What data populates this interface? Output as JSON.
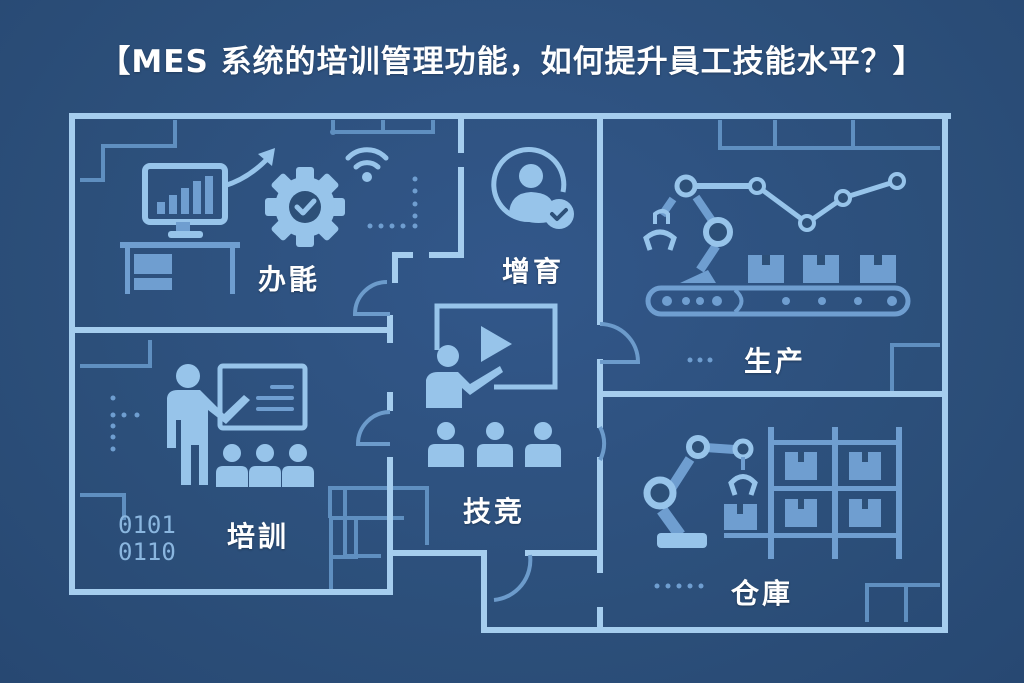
{
  "title": "【MES 系统的培训管理功能，如何提升員工技能水平？】",
  "colors": {
    "background": "#2d5078",
    "wall": "#a5cdee",
    "wall_thin": "#5f8fc0",
    "icon": "#97c4ea",
    "icon_dark": "#6f9ed0",
    "label_text": "#ffffff"
  },
  "rooms": [
    {
      "id": "office",
      "label": "办毷",
      "icons": [
        "monitor-chart-icon",
        "growth-arrow-icon",
        "gear-check-icon",
        "wifi-icon",
        "desk-icon"
      ]
    },
    {
      "id": "enhance",
      "label": "增育",
      "icons": [
        "user-check-icon"
      ]
    },
    {
      "id": "production",
      "label": "生产",
      "icons": [
        "robot-arm-icon",
        "line-chart-icon",
        "conveyor-belt-icon",
        "box-icon"
      ]
    },
    {
      "id": "training",
      "label": "培訓",
      "icons": [
        "teacher-whiteboard-icon",
        "audience-icon"
      ],
      "binary": "0101\n0110"
    },
    {
      "id": "skills",
      "label": "技竞",
      "icons": [
        "video-presentation-icon",
        "audience-icon"
      ]
    },
    {
      "id": "warehouse",
      "label": "仓庫",
      "icons": [
        "robot-arm-icon",
        "shelf-boxes-icon"
      ]
    }
  ]
}
